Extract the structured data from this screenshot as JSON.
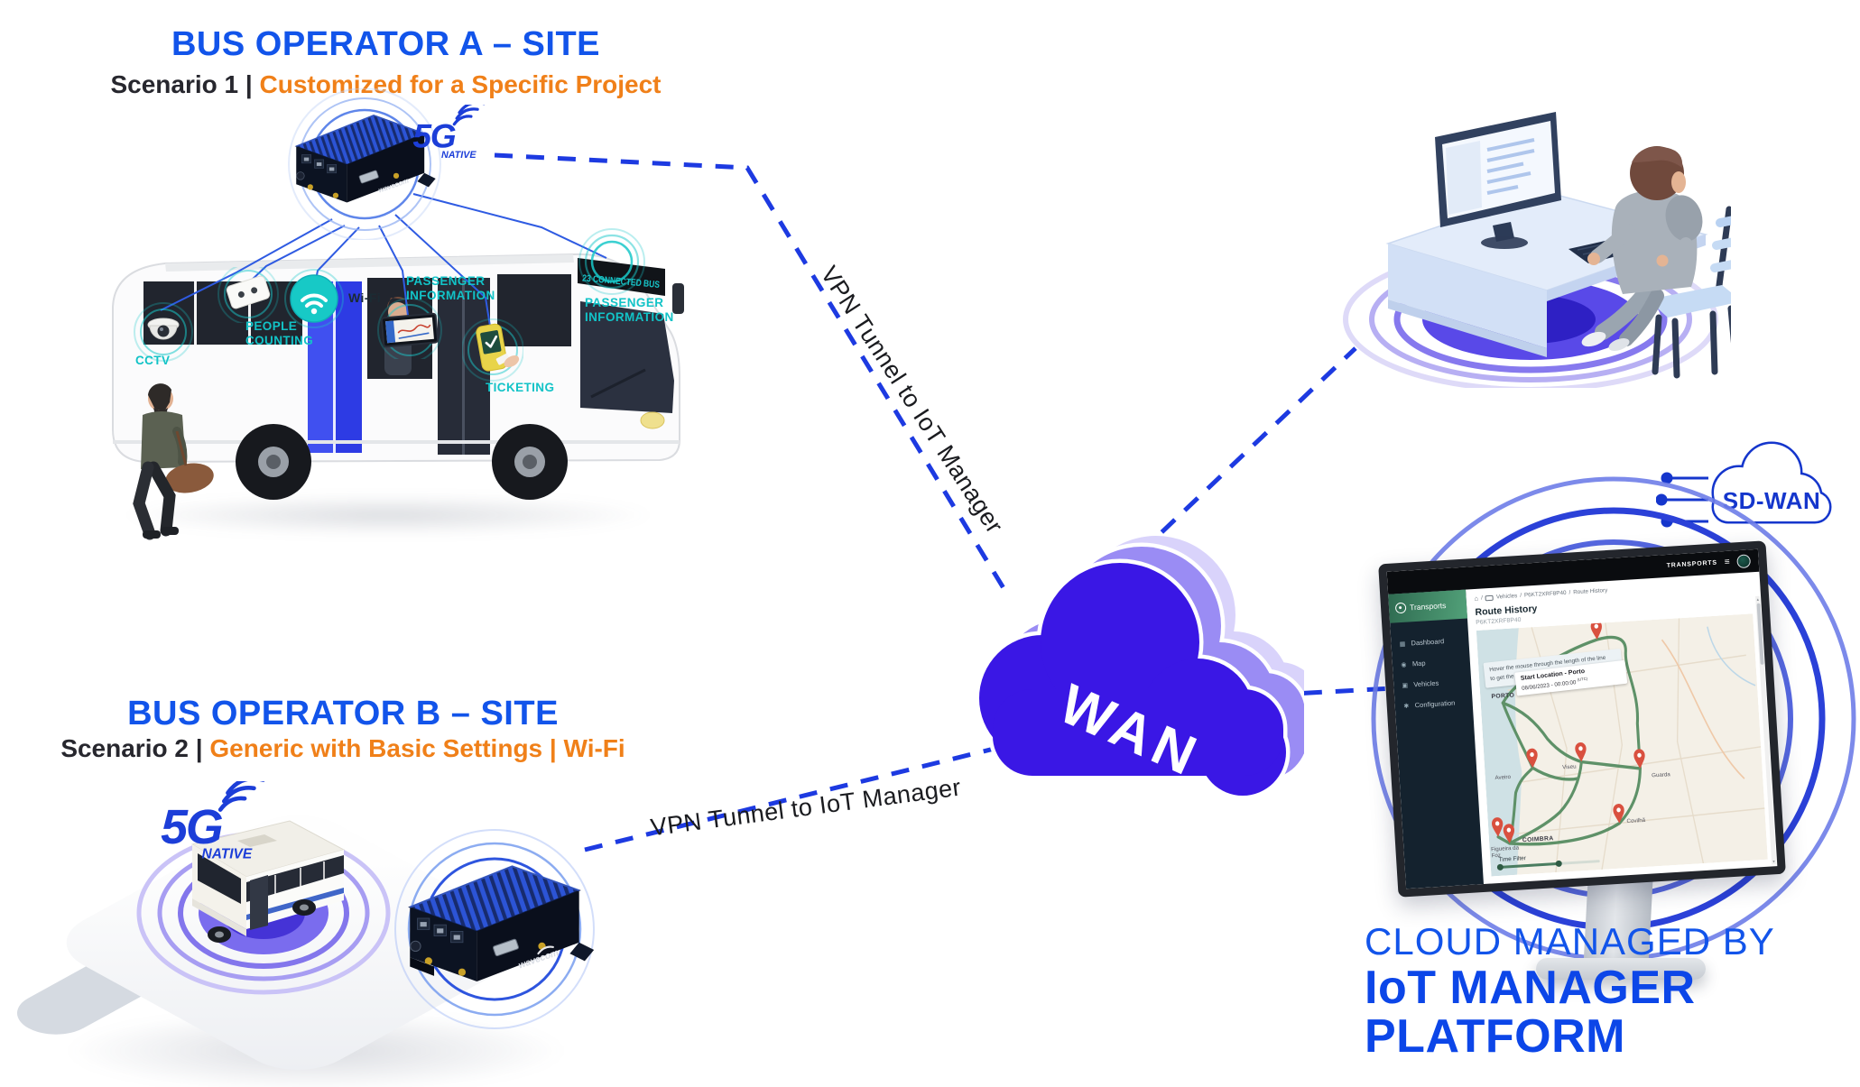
{
  "site_a": {
    "title": "BUS OPERATOR A – SITE",
    "scenario_prefix": "Scenario 1 | ",
    "scenario_text": "Customized for a Specific Project",
    "five_g_big": "5G",
    "five_g_small": "NATIVE",
    "destination_sign": "23 CONNECTED BUS",
    "labels": {
      "cctv": "CCTV",
      "people_counting": "PEOPLE\nCOUNTING",
      "wifi": "Wi-Fi",
      "passenger_info": "PASSENGER\nINFORMATION",
      "ticketing": "TICKETING",
      "passenger_info_front": "PASSENGER\nINFORMATION"
    }
  },
  "site_b": {
    "title": "BUS OPERATOR B – SITE",
    "scenario_prefix": "Scenario 2 | ",
    "scenario_text": "Generic with Basic Settings | Wi-Fi",
    "five_g_big": "5G",
    "five_g_small": "NATIVE"
  },
  "router_brand": "wavecom",
  "connections": {
    "vpn_a": "VPN Tunnel to IoT Manager",
    "vpn_b": "VPN Tunnel to IoT Manager"
  },
  "wan": {
    "label": "WAN"
  },
  "sd_wan": {
    "label": "SD-WAN"
  },
  "caption": {
    "line1": "CLOUD MANAGED BY",
    "line2": "IoT MANAGER",
    "line3": "PLATFORM"
  },
  "dashboard": {
    "topbar_brand": "TRANSPORTS",
    "sidebar_logo": "Transports",
    "menu": [
      "Dashboard",
      "Map",
      "Vehicles",
      "Configuration"
    ],
    "breadcrumb": {
      "sep": "/",
      "items": [
        "Vehicles",
        "P6KT2XRF8P40",
        "Route History"
      ]
    },
    "title": "Route History",
    "subtitle": "P6KT2XRF8P40",
    "tooltip": [
      "Hover the mouse through the length of the line",
      "to get the time at which the vehicle is located"
    ],
    "popup": {
      "title": "Start Location - Porto",
      "datetime": "08/06/2023 - 00:00:00",
      "tz": "(UTC)"
    },
    "time_filter_label": "Time Filter",
    "map_labels": [
      {
        "text": "PORTO"
      },
      {
        "text": "Aveiro"
      },
      {
        "text": "Viseu"
      },
      {
        "text": "Guarda"
      },
      {
        "text": "COIMBRA"
      },
      {
        "text": "Figueira da\nFoz"
      },
      {
        "text": "Covilhã"
      }
    ]
  },
  "colors": {
    "title_blue": "#1254EA",
    "accent_orange": "#F08019",
    "device_teal": "#12C3C7",
    "dash_blue": "#1D3AE1",
    "wan_deep": "#3A17E5",
    "sdwan_blue": "#1536CC"
  }
}
